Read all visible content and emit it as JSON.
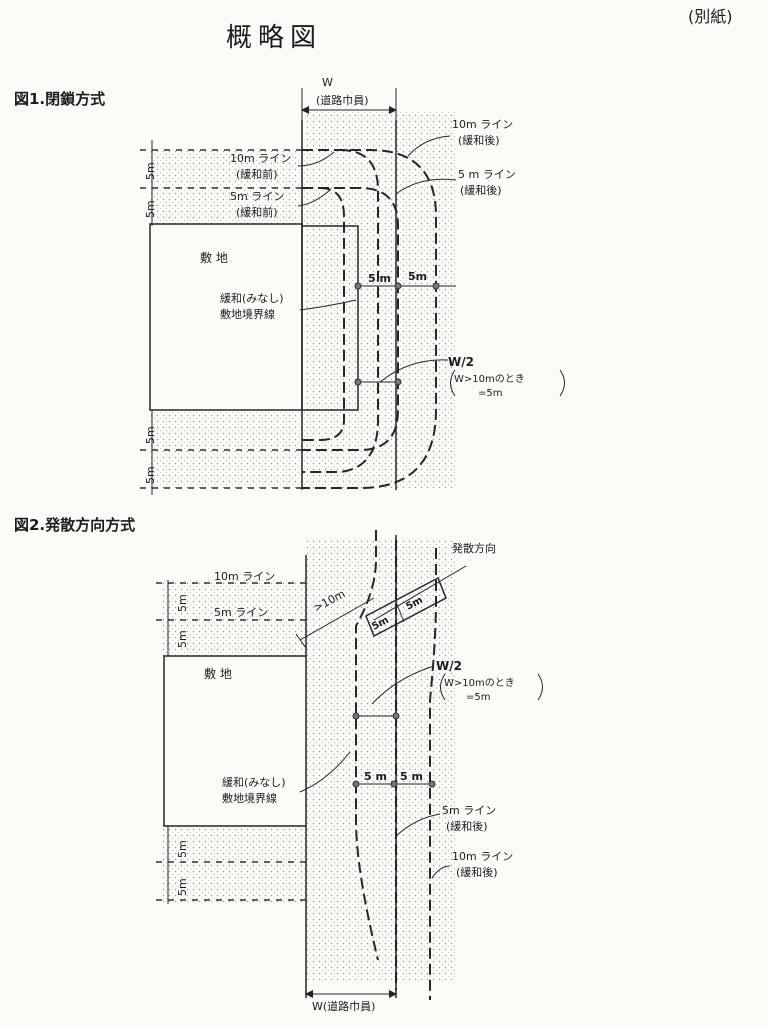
{
  "header": {
    "title": "概略図",
    "corner_note": "(別紙)"
  },
  "fig1": {
    "caption": "図1.閉鎖方式",
    "road_width_label": "W",
    "road_width_caption": "(道路巾員)",
    "line_10m_before_1": "10m ライン",
    "line_10m_before_2": "(緩和前)",
    "line_5m_before_1": "5m ライン",
    "line_5m_before_2": "(緩和前)",
    "line_10m_after_1": "10m ライン",
    "line_10m_after_2": "(緩和後)",
    "line_5m_after_1": "5 m ライン",
    "line_5m_after_2": "(緩和後)",
    "site_label": "敷 地",
    "relaxed_boundary_1": "緩和(みなし)",
    "relaxed_boundary_2": "敷地境界線",
    "half_w_1": "W/2",
    "half_w_2": "W>10mのとき",
    "half_w_3": "=5m",
    "dim_5m": "5m",
    "dim_5m_a": "5 m",
    "dim_5m_b": "5m"
  },
  "fig2": {
    "caption": "図2.発散方向方式",
    "line_10m": "10m ライン",
    "line_5m": "5m ライン",
    "diverge_direction": "発散方向",
    "gt_10m": ">10m",
    "site_label": "敷 地",
    "half_w_1": "W/2",
    "half_w_2": "W>10mのとき",
    "half_w_3": "=5m",
    "relaxed_boundary_1": "緩和(みなし)",
    "relaxed_boundary_2": "敷地境界線",
    "line_5m_after_1": "5m ライン",
    "line_5m_after_2": "(緩和後)",
    "line_10m_after_1": "10m ライン",
    "line_10m_after_2": "(緩和後)",
    "road_width_bottom": "W(道路巾員)",
    "dim_5m": "5m",
    "dim_5m_a": "5 m",
    "dim_5m_b": "5 m"
  }
}
